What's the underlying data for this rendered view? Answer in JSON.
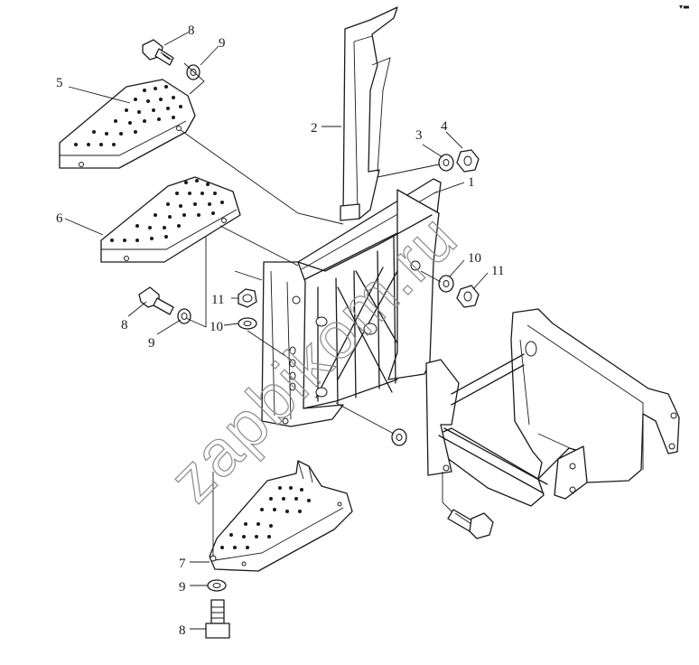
{
  "watermark": "zapbikom.ru",
  "corner_mark": "▾▬",
  "callouts": [
    {
      "id": "c1",
      "label": "1"
    },
    {
      "id": "c2",
      "label": "2"
    },
    {
      "id": "c3",
      "label": "3"
    },
    {
      "id": "c4",
      "label": "4"
    },
    {
      "id": "c5",
      "label": "5"
    },
    {
      "id": "c6",
      "label": "6"
    },
    {
      "id": "c7",
      "label": "7"
    },
    {
      "id": "c8a",
      "label": "8"
    },
    {
      "id": "c8b",
      "label": "8"
    },
    {
      "id": "c8c",
      "label": "8"
    },
    {
      "id": "c9a",
      "label": "9"
    },
    {
      "id": "c9b",
      "label": "9"
    },
    {
      "id": "c9c",
      "label": "9"
    },
    {
      "id": "c10a",
      "label": "10"
    },
    {
      "id": "c10b",
      "label": "10"
    },
    {
      "id": "c11a",
      "label": "11"
    },
    {
      "id": "c11b",
      "label": "11"
    }
  ],
  "colors": {
    "line": "#1a1a1a",
    "watermark": "#8a8a8a",
    "background": "#ffffff"
  }
}
